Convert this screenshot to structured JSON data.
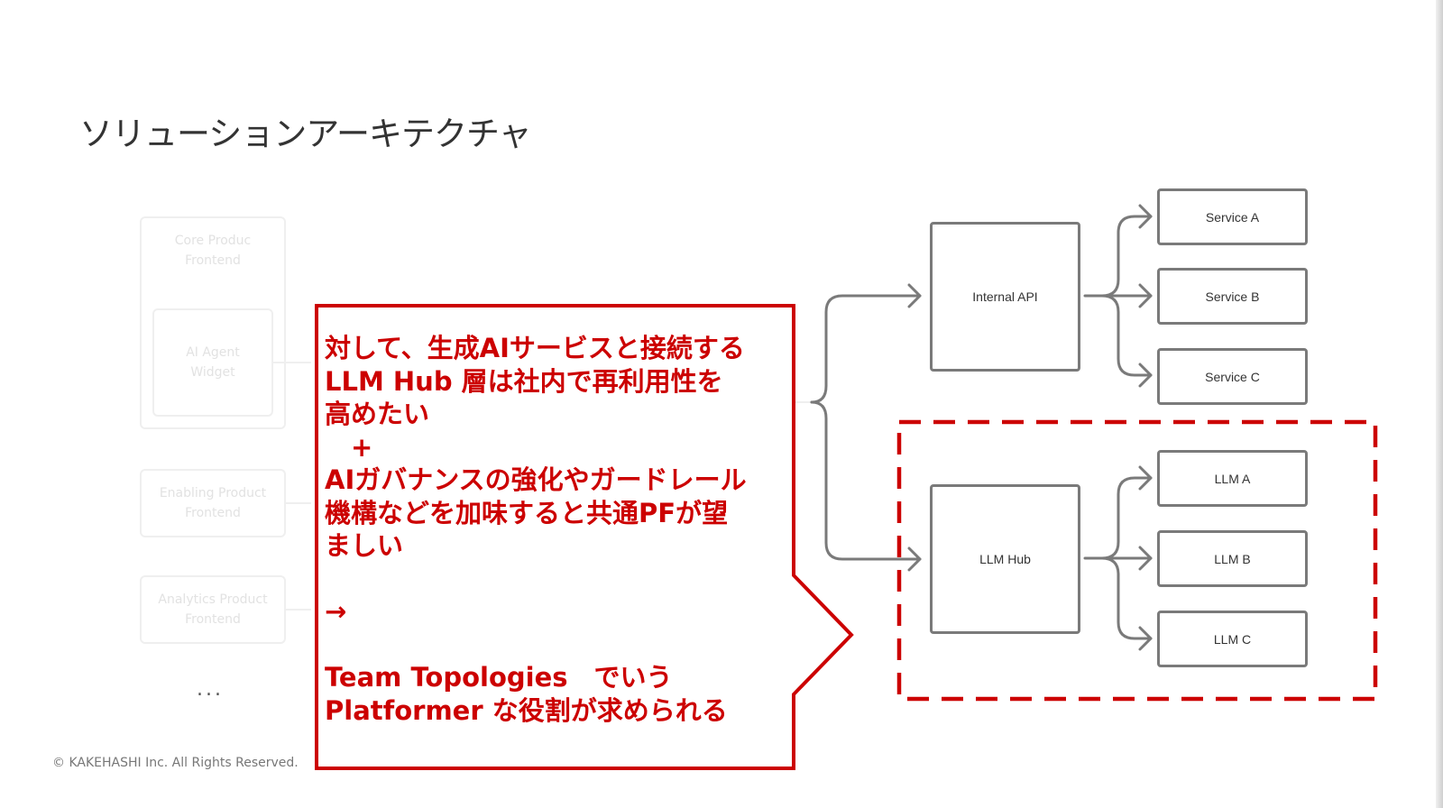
{
  "slide": {
    "title": "ソリューションアーキテクチャ",
    "copyright": "© KAKEHASHI Inc. All Rights Reserved."
  },
  "frontends": {
    "core": "Core Produc\nFrontend",
    "widget": "AI Agent\nWidget",
    "enabling": "Enabling Product\nFrontend",
    "analytics": "Analytics Product\nFrontend",
    "more": "..."
  },
  "nodes": {
    "internal_api": "Internal API",
    "llm_hub": "LLM Hub",
    "service_a": "Service A",
    "service_b": "Service B",
    "service_c": "Service C",
    "llm_a": "LLM A",
    "llm_b": "LLM B",
    "llm_c": "LLM C"
  },
  "callout": {
    "lines": [
      "対して、生成AIサービスと接続する",
      "LLM Hub 層は社内で再利用性を",
      "高めたい",
      "　+",
      "AIガバナンスの強化やガードレール",
      "機構などを加味すると共通PFが望",
      "ましい",
      "",
      "→",
      "",
      "Team Topologies　でいう",
      "Platformer な役割が求められる"
    ]
  },
  "colors": {
    "accent_red": "#cc0000",
    "node_border": "#7a7a7a",
    "faded": "#e2e2e2"
  }
}
